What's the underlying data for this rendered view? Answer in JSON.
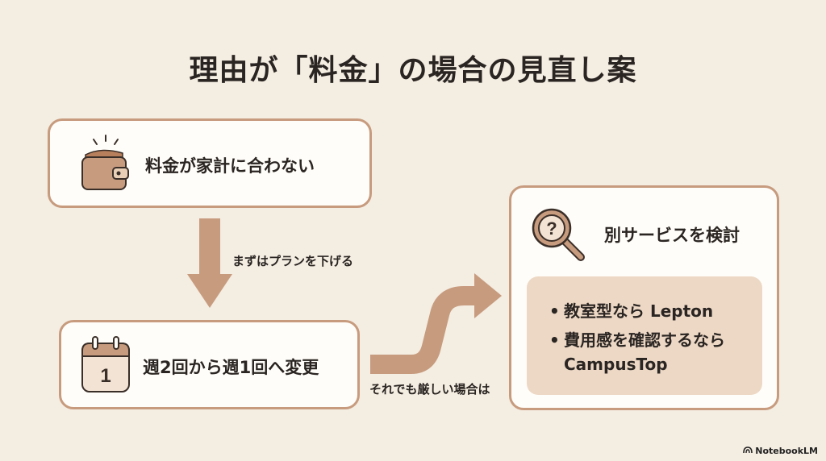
{
  "title": "理由が「料金」の場合の見直し案",
  "cards": {
    "cost": {
      "label": "料金が家計に合わない",
      "icon": "wallet-icon"
    },
    "weekly": {
      "label": "週2回から週1回へ変更",
      "icon": "calendar-icon",
      "calendar_number": "1"
    },
    "alternative": {
      "label": "別サービスを検討",
      "icon": "magnifier-question-icon",
      "options": [
        "教室型なら Lepton",
        "費用感を確認するなら CampusTop"
      ]
    }
  },
  "arrows": {
    "down_label": "まずはプランを下げる",
    "right_label": "それでも厳しい場合は"
  },
  "watermark": "NotebookLM",
  "colors": {
    "background": "#f4ede2",
    "accent": "#c79b7e",
    "card": "#fffdf9",
    "panel": "#edd8c5"
  }
}
